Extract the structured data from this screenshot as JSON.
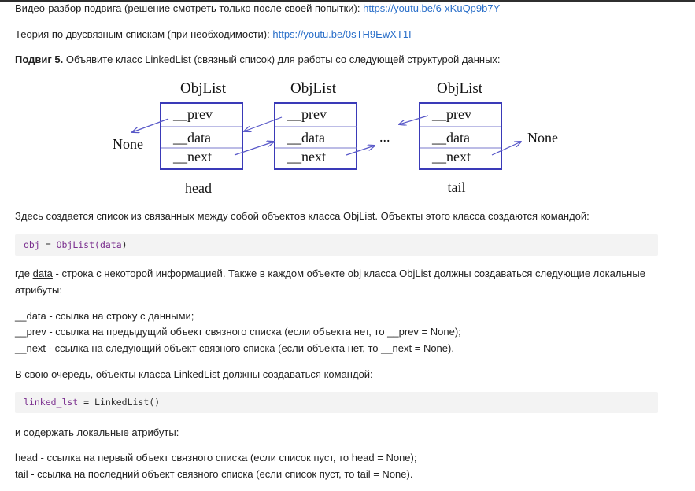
{
  "intro": {
    "video_prefix": "Видео-разбор подвига (решение смотреть только после своей попытки): ",
    "video_link": "https://youtu.be/6-xKuQp9b7Y",
    "theory_prefix": "Теория по двусвязным спискам (при необходимости): ",
    "theory_link": "https://youtu.be/0sTH9EwXT1I"
  },
  "task": {
    "title": "Подвиг 5.",
    "text": " Объявите класс LinkedList (связный список) для работы со следующей структурой данных:"
  },
  "diagram": {
    "nodes": [
      {
        "title": "ObjList",
        "prev": "__prev",
        "data": "__data",
        "next": "__next",
        "caption": "head"
      },
      {
        "title": "ObjList",
        "prev": "__prev",
        "data": "__data",
        "next": "__next",
        "caption": ""
      },
      {
        "title": "ObjList",
        "prev": "__prev",
        "data": "__data",
        "next": "__next",
        "caption": "tail"
      }
    ],
    "none_left": "None",
    "none_right": "None",
    "ellipsis": "...",
    "box_color": "#3a3ab8",
    "arrow_color": "#5858c8"
  },
  "para1": "Здесь создается список из связанных между собой объектов класса ObjList. Объекты этого класса создаются командой:",
  "code1": {
    "var": "obj",
    "op": " = ",
    "call": "ObjList(",
    "arg": "data",
    "close": ")"
  },
  "para2": {
    "prefix": "где ",
    "term": "data",
    "line1_rest": " - строка с некоторой информацией. Также в каждом объекте obj класса ObjList должны создаваться следующие локальные",
    "line2": "атрибуты:"
  },
  "attrs": [
    "__data - ссылка на строку с данными;",
    "__prev - ссылка на предыдущий объект связного списка (если объекта нет, то __prev = None);",
    "__next - ссылка на следующий объект связного списка (если объекта нет, то __next = None)."
  ],
  "para3": "В свою очередь, объекты класса LinkedList должны создаваться командой:",
  "code2": {
    "var": "linked_lst",
    "op": " = ",
    "call": "LinkedList()"
  },
  "para4": "и содержать локальные атрибуты:",
  "attrs2": [
    "head - ссылка на первый объект связного списка (если список пуст, то head = None);",
    "tail - ссылка на последний объект связного списка (если список пуст, то tail = None)."
  ]
}
